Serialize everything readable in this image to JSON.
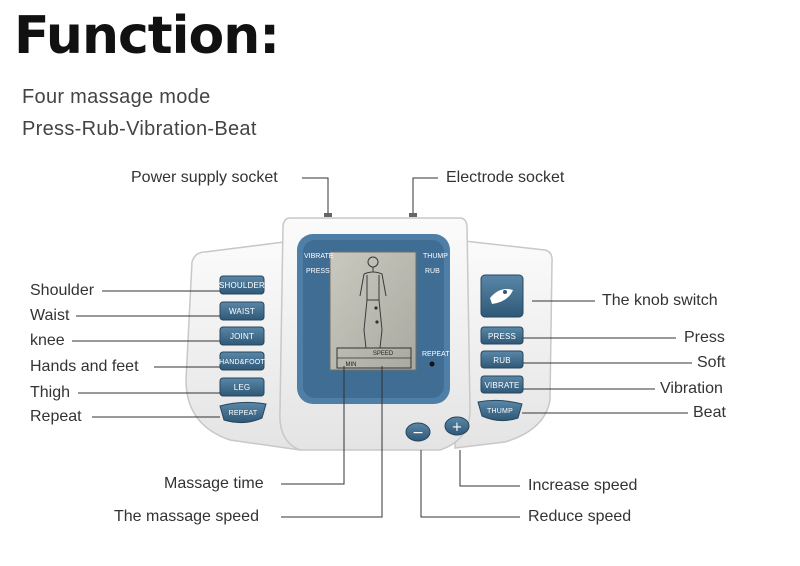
{
  "heading": {
    "title": "Function:",
    "line1": "Four massage mode",
    "line2": "Press-Rub-Vibration-Beat"
  },
  "callouts": {
    "power_supply_socket": "Power supply socket",
    "electrode_socket": "Electrode socket",
    "shoulder": "Shoulder",
    "waist": "Waist",
    "knee": "knee",
    "hands_and_feet": "Hands and feet",
    "thigh": "Thigh",
    "repeat": "Repeat",
    "knob_switch": "The knob switch",
    "press": "Press",
    "soft": "Soft",
    "vibration": "Vibration",
    "beat": "Beat",
    "massage_time": "Massage time",
    "massage_speed": "The massage speed",
    "increase_speed": "Increase speed",
    "reduce_speed": "Reduce speed"
  },
  "device": {
    "left_buttons": [
      "SHOULDER",
      "WAIST",
      "JOINT",
      "HAND&FOOT",
      "LEG",
      "REPEAT"
    ],
    "right_buttons": [
      "PRESS",
      "RUB",
      "VIBRATE",
      "THUMP"
    ],
    "lcd_left_labels": [
      "VIBRATE",
      "PRESS"
    ],
    "lcd_right_labels": [
      "THUMP",
      "RUB"
    ],
    "lcd_repeat": "REPEAT",
    "lcd_speed": "SPEED",
    "lcd_min": "MIN",
    "minus_symbol": "−",
    "plus_symbol": "+"
  },
  "colors": {
    "button_blue": "#3e6b8c",
    "screen_frame": "#4f7fa6",
    "lcd": "#bdbdb4",
    "body": "#f2f2f2"
  }
}
